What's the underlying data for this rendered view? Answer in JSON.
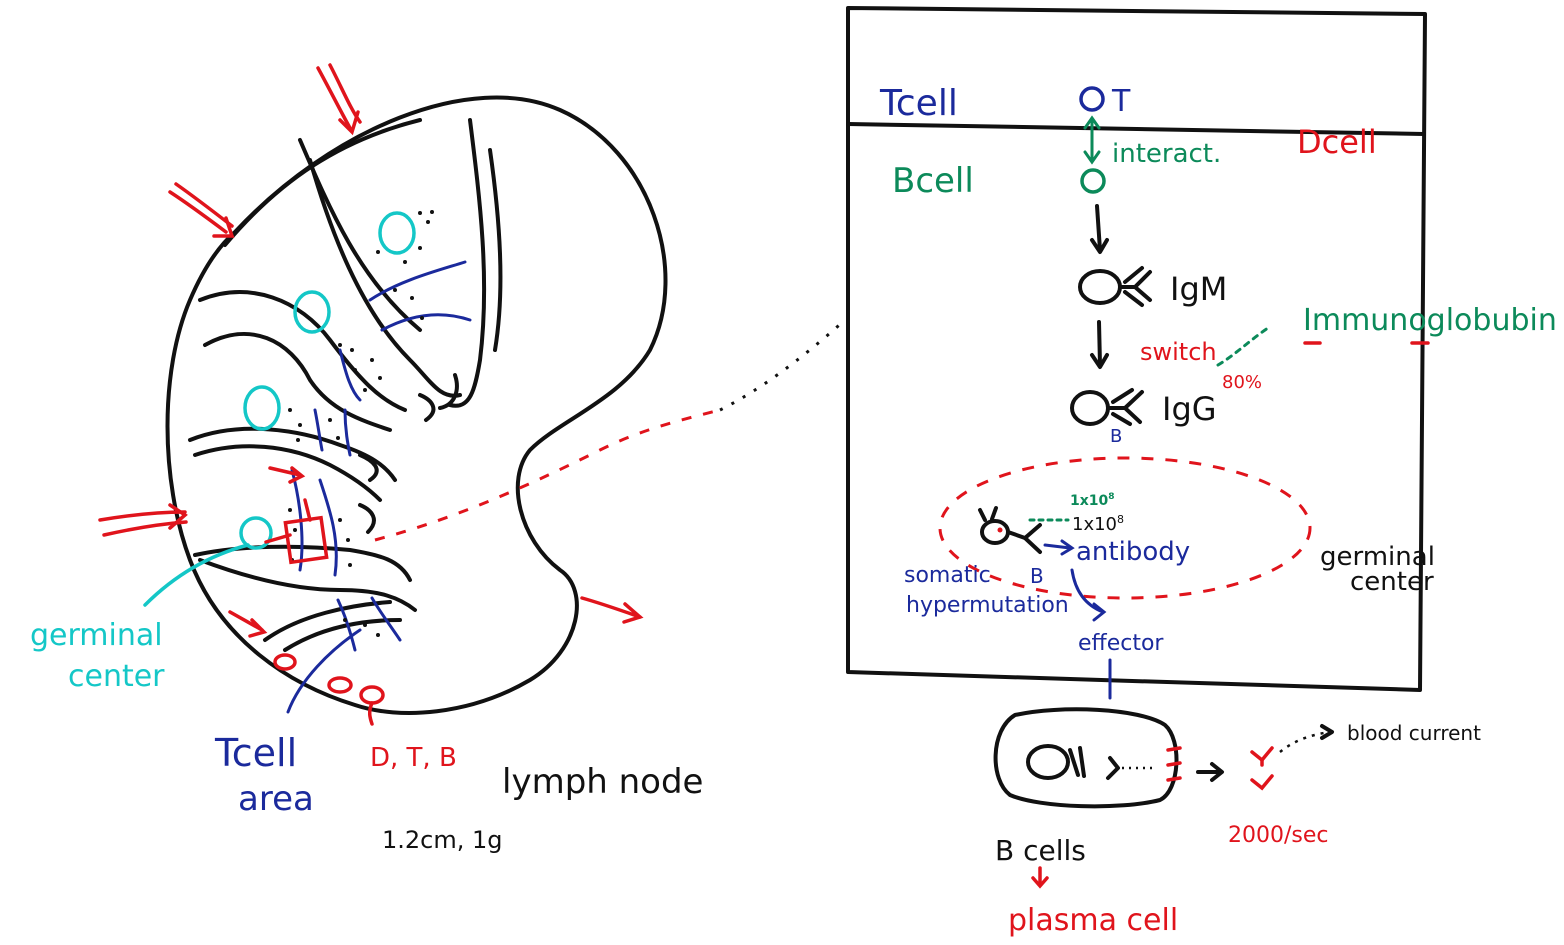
{
  "colors": {
    "black": "#111111",
    "blue": "#1b2a9c",
    "green": "#0c8a5a",
    "cyan": "#14c7c7",
    "red": "#e0141c"
  },
  "left": {
    "germinal_center": "germinal center",
    "germinal_line1": "germinal",
    "germinal_line2": "center",
    "tcell_area_line1": "Tcell",
    "tcell_area_line2": "area",
    "dtb": "D, T, B",
    "lymph_node": "lymph node",
    "size": "1.2cm, 1g"
  },
  "right": {
    "tcell": "Tcell",
    "t_circle_label": "T",
    "interact": "interact.",
    "dcell": "Dcell",
    "bcell": "Bcell",
    "igm": "IgM",
    "immunoglobulin": "Immunoglobubin",
    "switch": "switch",
    "percent": "80%",
    "igg": "IgG",
    "b_under_igg": "B",
    "count_printed": "1x10",
    "count_exp": "8",
    "count_handwritten": "1x10",
    "antibody": "antibody",
    "b_small": "B",
    "somatic": "somatic",
    "hypermutation": "hypermutation",
    "germinal_line1": "germinal",
    "germinal_line2": "center",
    "effector": "effector",
    "blood_current": "blood current",
    "rate": "2000/sec",
    "bcells": "B cells",
    "plasma_cell": "plasma cell"
  }
}
